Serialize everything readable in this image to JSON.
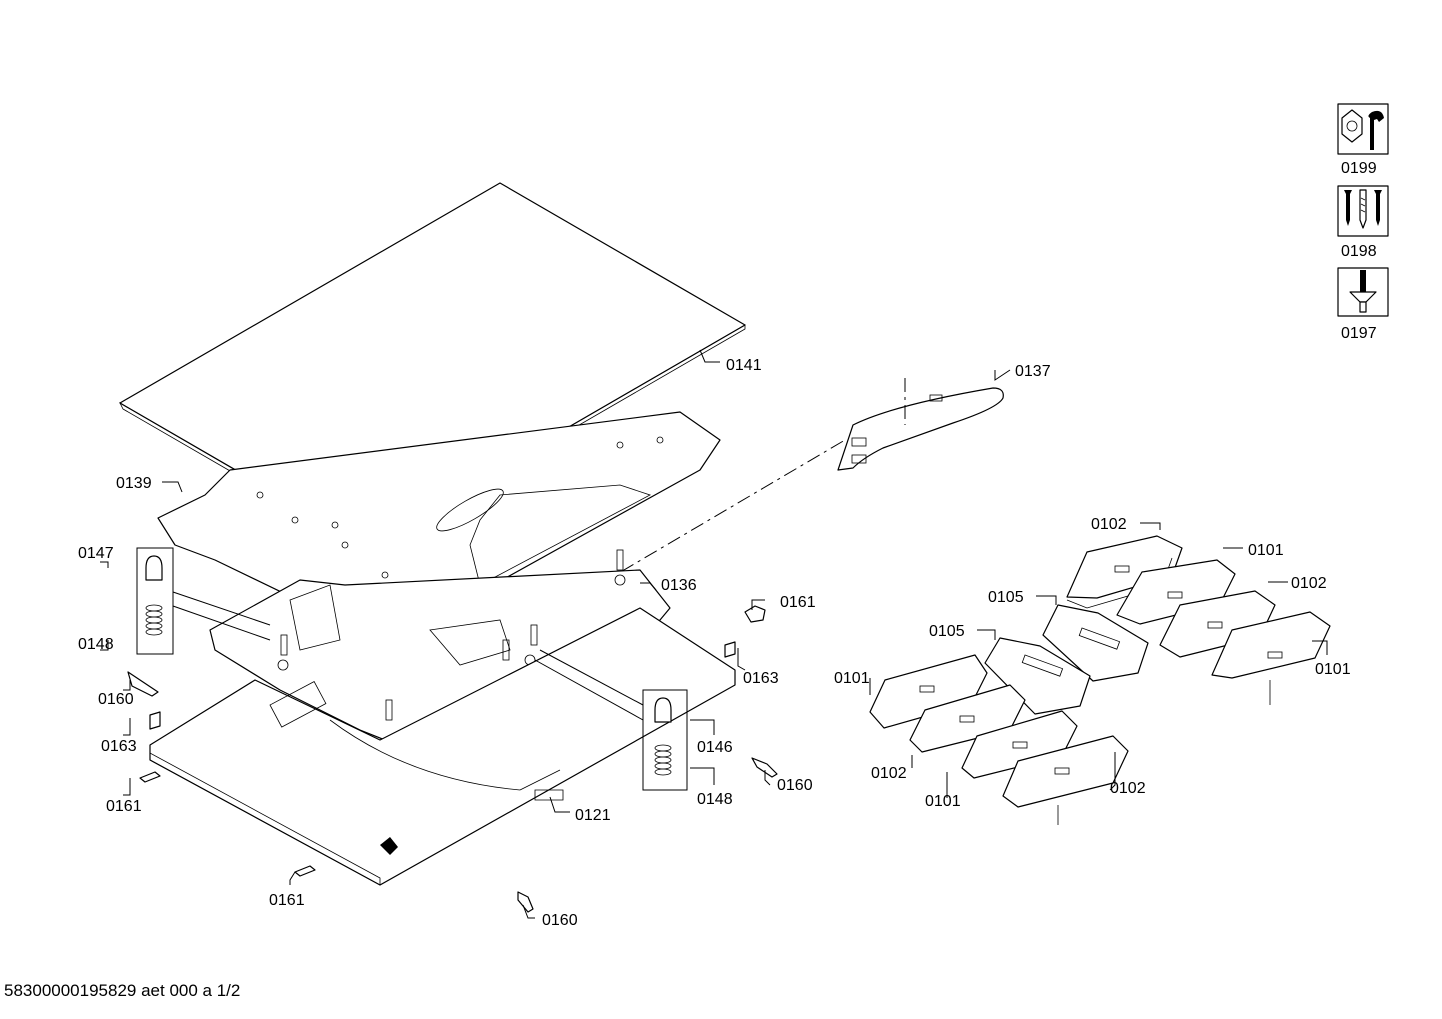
{
  "footer": {
    "text": "58300000195829 aet 000 a 1/2"
  },
  "tools": [
    {
      "label": "0199",
      "icon": "nut-wrench-icon"
    },
    {
      "label": "0198",
      "icon": "screws-icon"
    },
    {
      "label": "0197",
      "icon": "screwdriver-icon"
    }
  ],
  "labels": {
    "p0141": "0141",
    "p0137": "0137",
    "p0139": "0139",
    "p0147": "0147",
    "p0148a": "0148",
    "p0136": "0136",
    "p0161a": "0161",
    "p0163a": "0163",
    "p0160a": "0160",
    "p0163b": "0163",
    "p0161b": "0161",
    "p0146": "0146",
    "p0148b": "0148",
    "p0160b": "0160",
    "p0121": "0121",
    "p0161c": "0161",
    "p0160c": "0160",
    "p0102a": "0102",
    "p0101a": "0101",
    "p0105a": "0105",
    "p0102b": "0102",
    "p0105b": "0105",
    "p0101b": "0101",
    "p0101c": "0101",
    "p0102c": "0102",
    "p0101d": "0101",
    "p0102d": "0102"
  }
}
